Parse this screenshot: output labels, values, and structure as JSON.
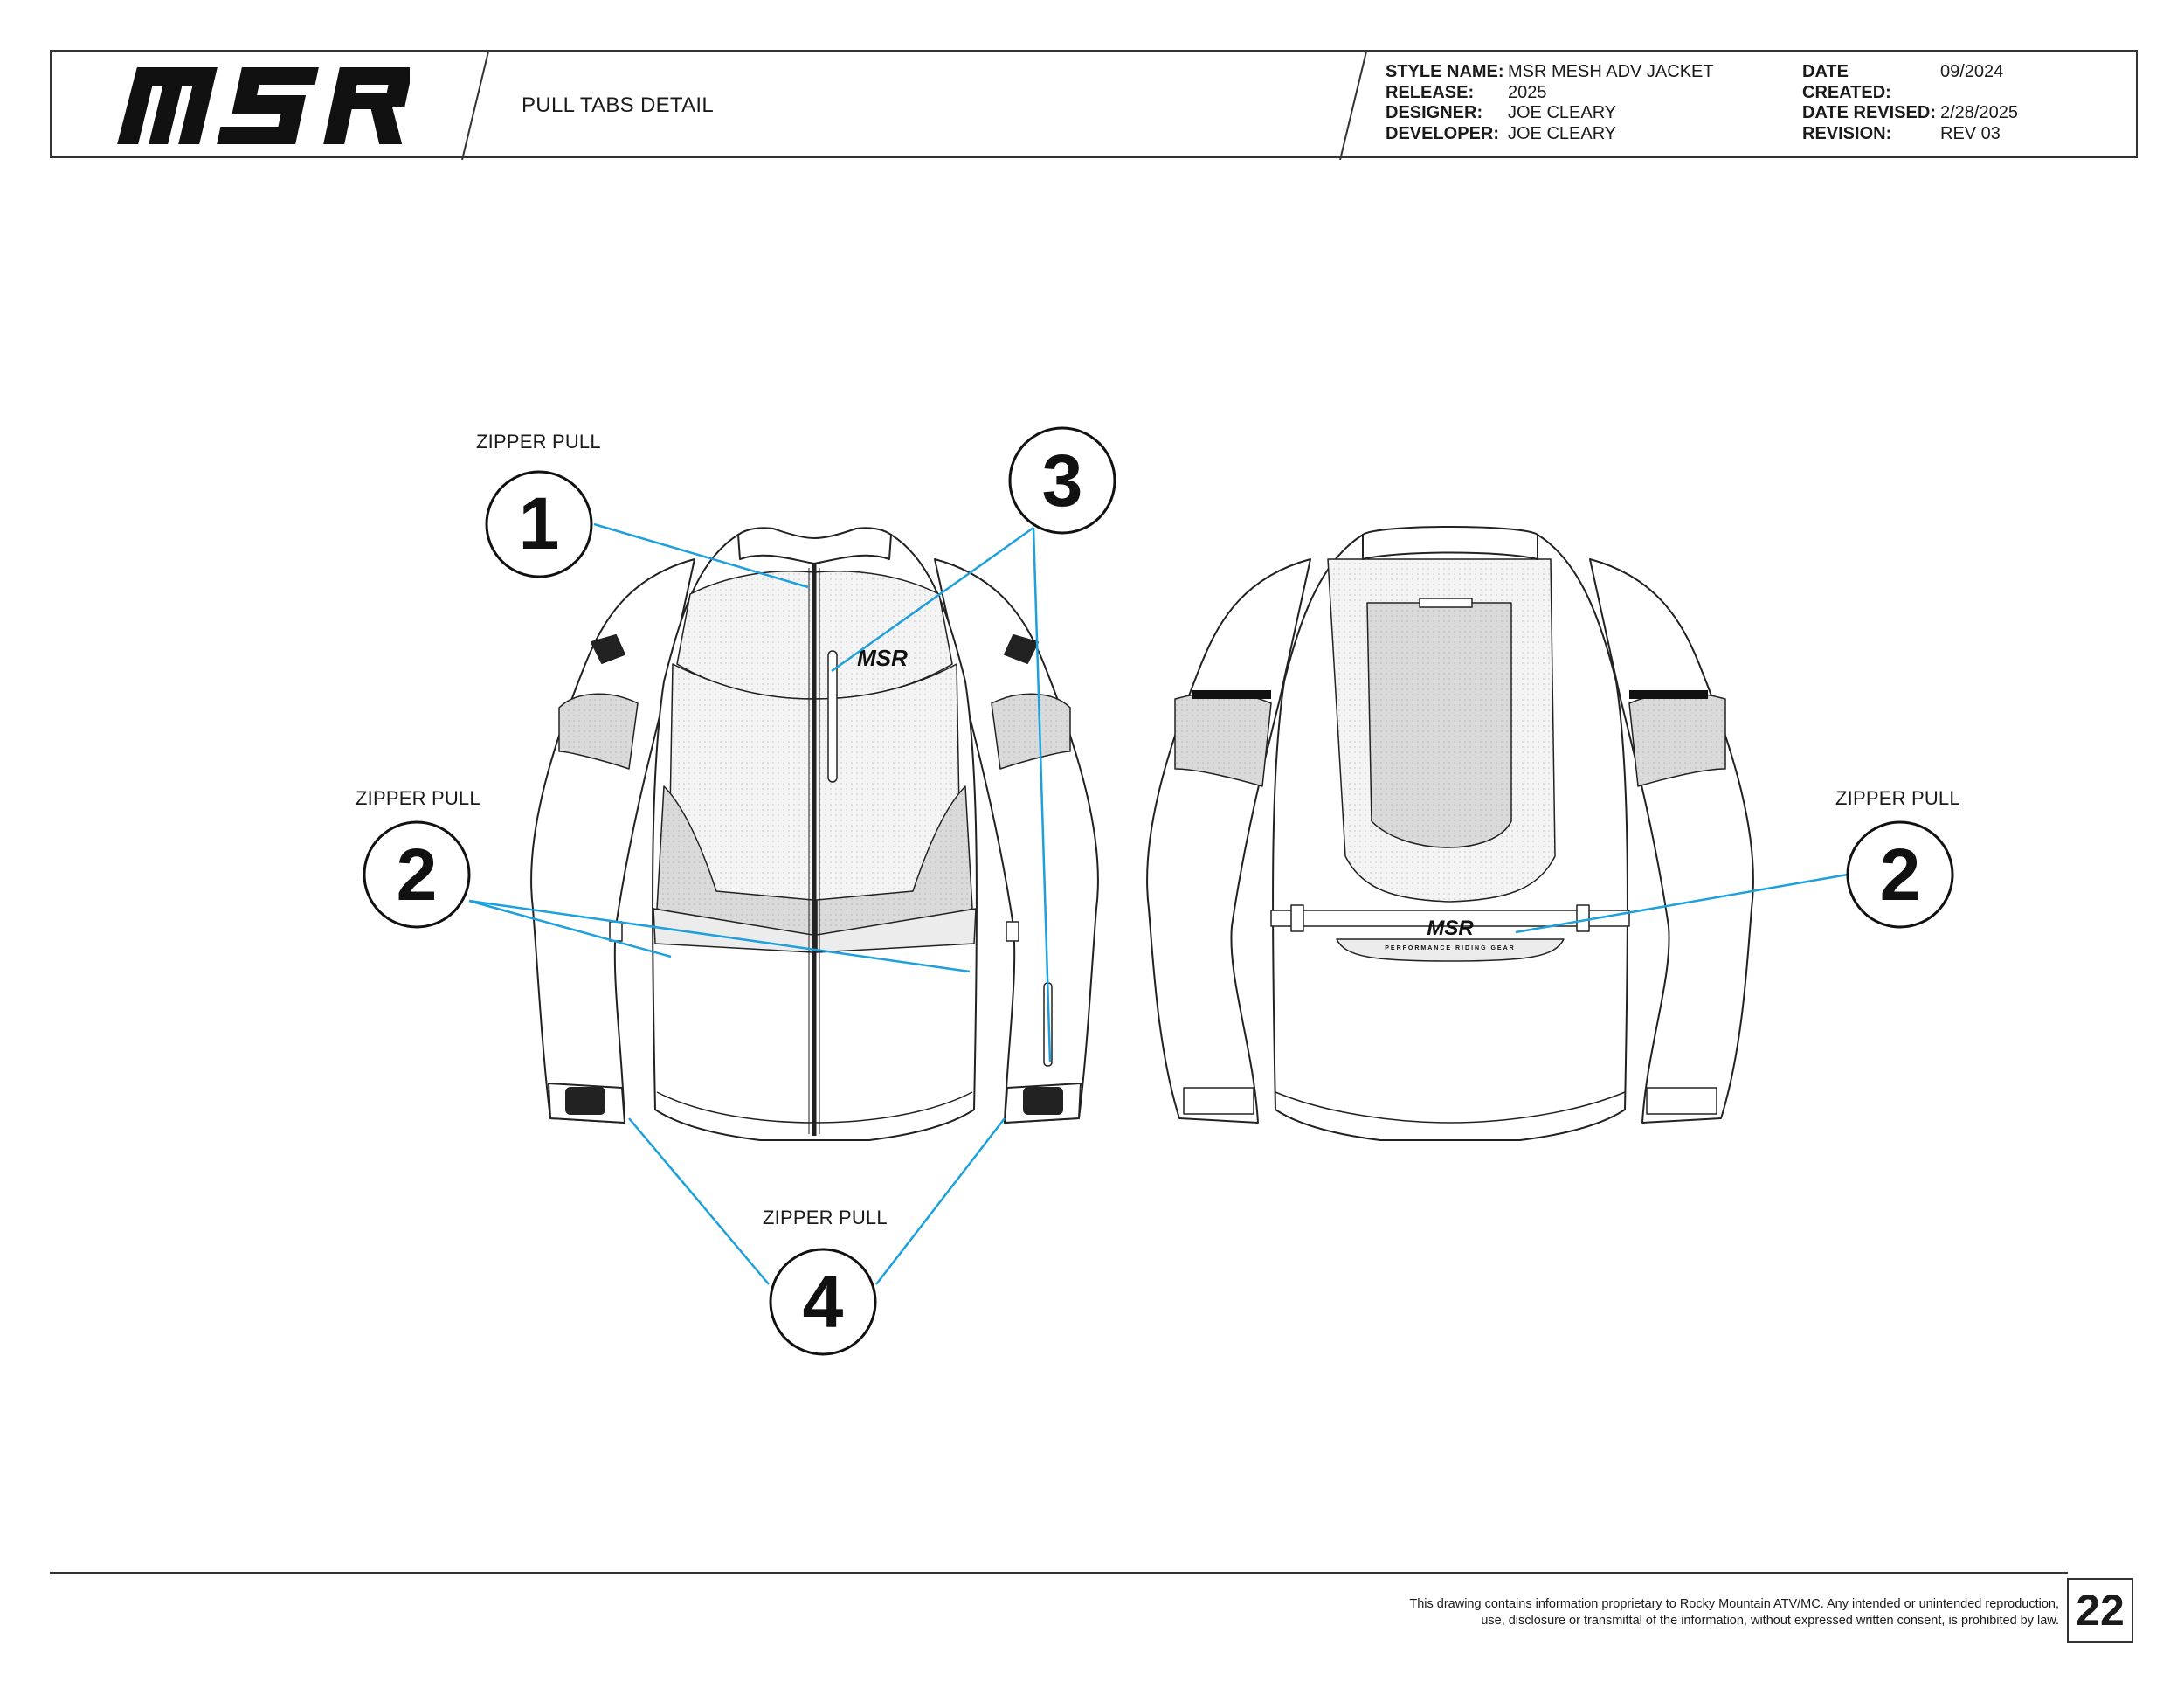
{
  "header": {
    "brand": "MSR",
    "sheet_title": "PULL TABS DETAIL",
    "meta_left": [
      {
        "key": "STYLE NAME:",
        "value": "MSR MESH ADV JACKET"
      },
      {
        "key": "RELEASE:",
        "value": "2025"
      },
      {
        "key": "DESIGNER:",
        "value": "JOE CLEARY"
      },
      {
        "key": "DEVELOPER:",
        "value": "JOE CLEARY"
      }
    ],
    "meta_right": [
      {
        "key": "DATE CREATED:",
        "value": "09/2024"
      },
      {
        "key": "DATE REVISED:",
        "value": "2/28/2025"
      },
      {
        "key": "REVISION:",
        "value": "REV 03"
      }
    ]
  },
  "callouts": [
    {
      "number": "1",
      "label": "ZIPPER PULL"
    },
    {
      "number": "2",
      "label": "ZIPPER PULL"
    },
    {
      "number": "3",
      "label": ""
    },
    {
      "number": "4",
      "label": "ZIPPER PULL"
    },
    {
      "number": "2",
      "label": "ZIPPER PULL"
    }
  ],
  "garment_text": {
    "front_chest_logo": "MSR",
    "back_logo": "MSR",
    "back_tagline": "PERFORMANCE RIDING GEAR"
  },
  "colors": {
    "leader_line": "#1ea0dc",
    "outline": "#222222",
    "panel_gray": "#d9d9d9",
    "mesh_light": "#f2f2f2"
  },
  "footer": {
    "disclaimer_line1": "This drawing contains information proprietary to Rocky Mountain ATV/MC. Any intended or unintended reproduction,",
    "disclaimer_line2": "use, disclosure or transmittal of the information, without expressed written consent, is prohibited by law.",
    "page_number": "22"
  }
}
